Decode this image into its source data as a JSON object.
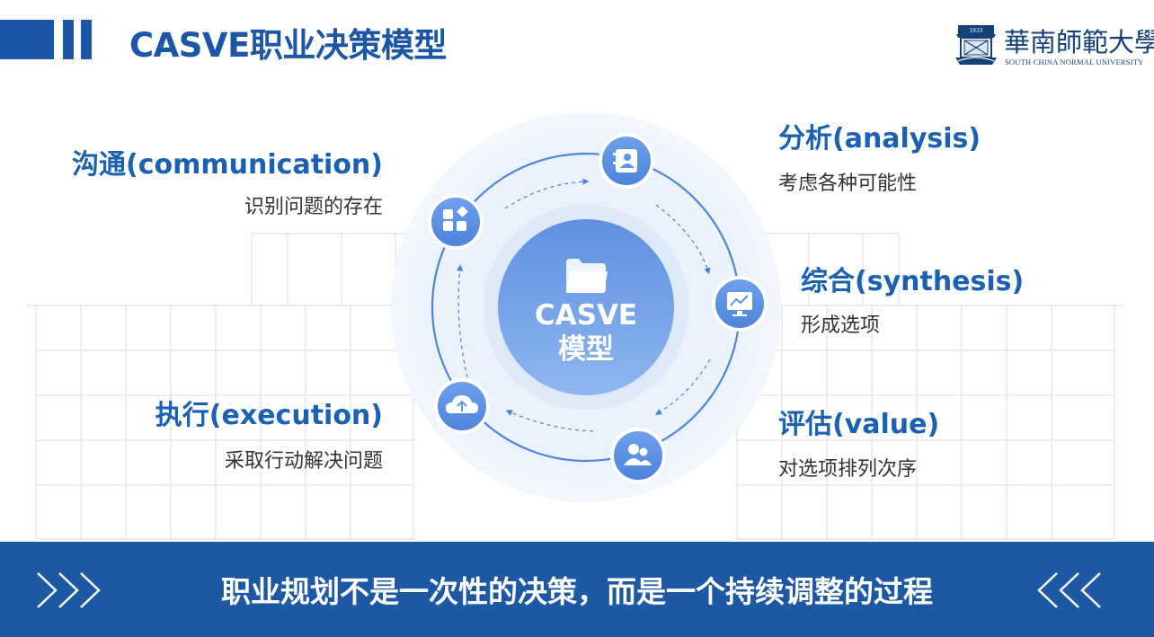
{
  "header": {
    "title": "CASVE职业决策模型",
    "logo_name": "華南師範大學",
    "logo_en": "SOUTH CHINA NORMAL UNIVERSITY"
  },
  "diagram": {
    "center_line1": "CASVE",
    "center_line2": "模型",
    "stages": [
      {
        "title": "沟通(communication)",
        "desc": "识别问题的存在",
        "icon": "grid-apps-icon"
      },
      {
        "title": "分析(analysis)",
        "desc": "考虑各种可能性",
        "icon": "contact-book-icon"
      },
      {
        "title": "综合(synthesis)",
        "desc": "形成选项",
        "icon": "monitor-chart-icon"
      },
      {
        "title": "评估(value)",
        "desc": "对选项排列次序",
        "icon": "users-icon"
      },
      {
        "title": "执行(execution)",
        "desc": "采取行动解决问题",
        "icon": "cloud-upload-icon"
      }
    ]
  },
  "footer": {
    "text": "职业规划不是一次性的决策，而是一个持续调整的过程"
  },
  "colors": {
    "primary": "#1b57a6",
    "stage_title": "#1b61b3",
    "node": "#5b94e4"
  }
}
